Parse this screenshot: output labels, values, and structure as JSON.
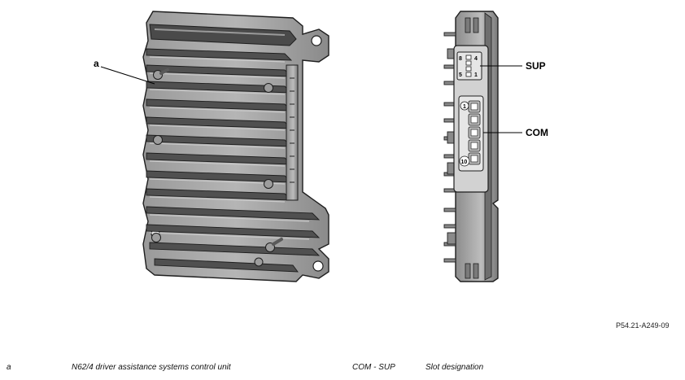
{
  "callouts": {
    "a": "a",
    "sup": "SUP",
    "com": "COM"
  },
  "pins": {
    "sup_top_left": "8",
    "sup_top_right": "4",
    "sup_bottom_left": "5",
    "sup_bottom_right": "1",
    "com_top": "1",
    "com_bottom": "10"
  },
  "reference_code": "P54.21-A249-09",
  "legend": [
    {
      "key": "a",
      "description": "N62/4 driver assistance systems control unit"
    },
    {
      "key": "COM - SUP",
      "description": "Slot designation"
    }
  ],
  "colors": {
    "housing_dark": "#4a4a4a",
    "housing_mid": "#8e8e8e",
    "housing_light": "#b9b9b9",
    "outline": "#1e1e1e"
  }
}
